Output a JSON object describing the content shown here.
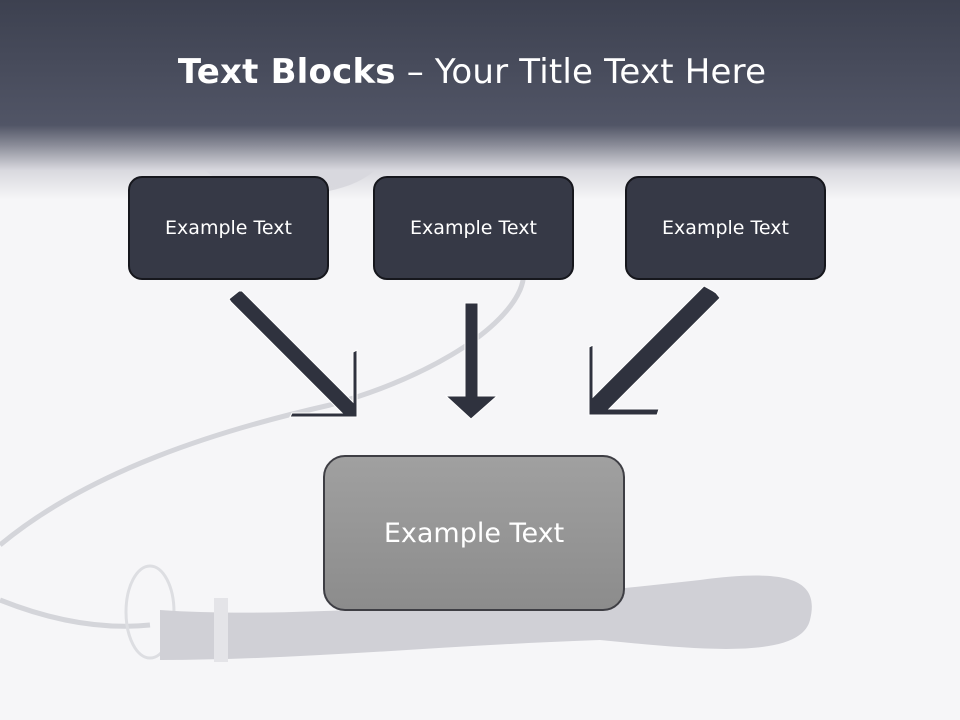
{
  "slide": {
    "title_bold": "Text Blocks",
    "title_rest": " – Your Title Text Here"
  },
  "blocks": [
    {
      "text": "Example Text"
    },
    {
      "text": "Example Text"
    },
    {
      "text": "Example Text"
    }
  ],
  "target_block": {
    "text": "Example Text"
  },
  "colors": {
    "header": "#4a4e5e",
    "block_fill": "#363946",
    "target_fill": "#969696",
    "arrow": "#2f323e"
  }
}
